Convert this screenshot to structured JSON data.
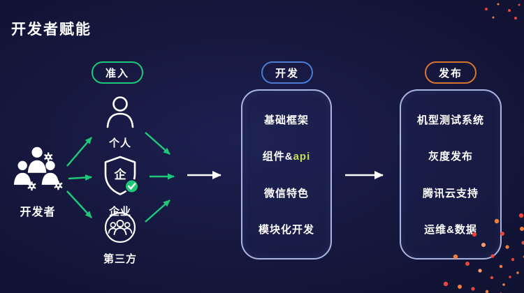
{
  "title": "开发者赋能",
  "developer": {
    "label": "开发者"
  },
  "stages": {
    "access": {
      "badge": "准入",
      "items": [
        {
          "label": "个人"
        },
        {
          "label": "企业",
          "shield_char": "企"
        },
        {
          "label": "第三方"
        }
      ]
    },
    "develop": {
      "badge": "开发",
      "lines": {
        "l1": "基础框架",
        "l2_prefix": "组件&",
        "l2_accent": "api",
        "l3": "微信特色",
        "l4": "模块化开发"
      }
    },
    "release": {
      "badge": "发布",
      "lines": {
        "l1": "机型测试系统",
        "l2": "灰度发布",
        "l3": "腾讯云支持",
        "l4": "运维&数据"
      }
    }
  },
  "colors": {
    "background": "#15173d",
    "access_green": "#1fc878",
    "develop_blue": "#4a7bd0",
    "release_orange": "#d9742f",
    "api_accent": "#c8dd5a",
    "panel_border": "#aab6e0",
    "firework_red": "#e8453c",
    "firework_orange": "#f07f3c"
  }
}
